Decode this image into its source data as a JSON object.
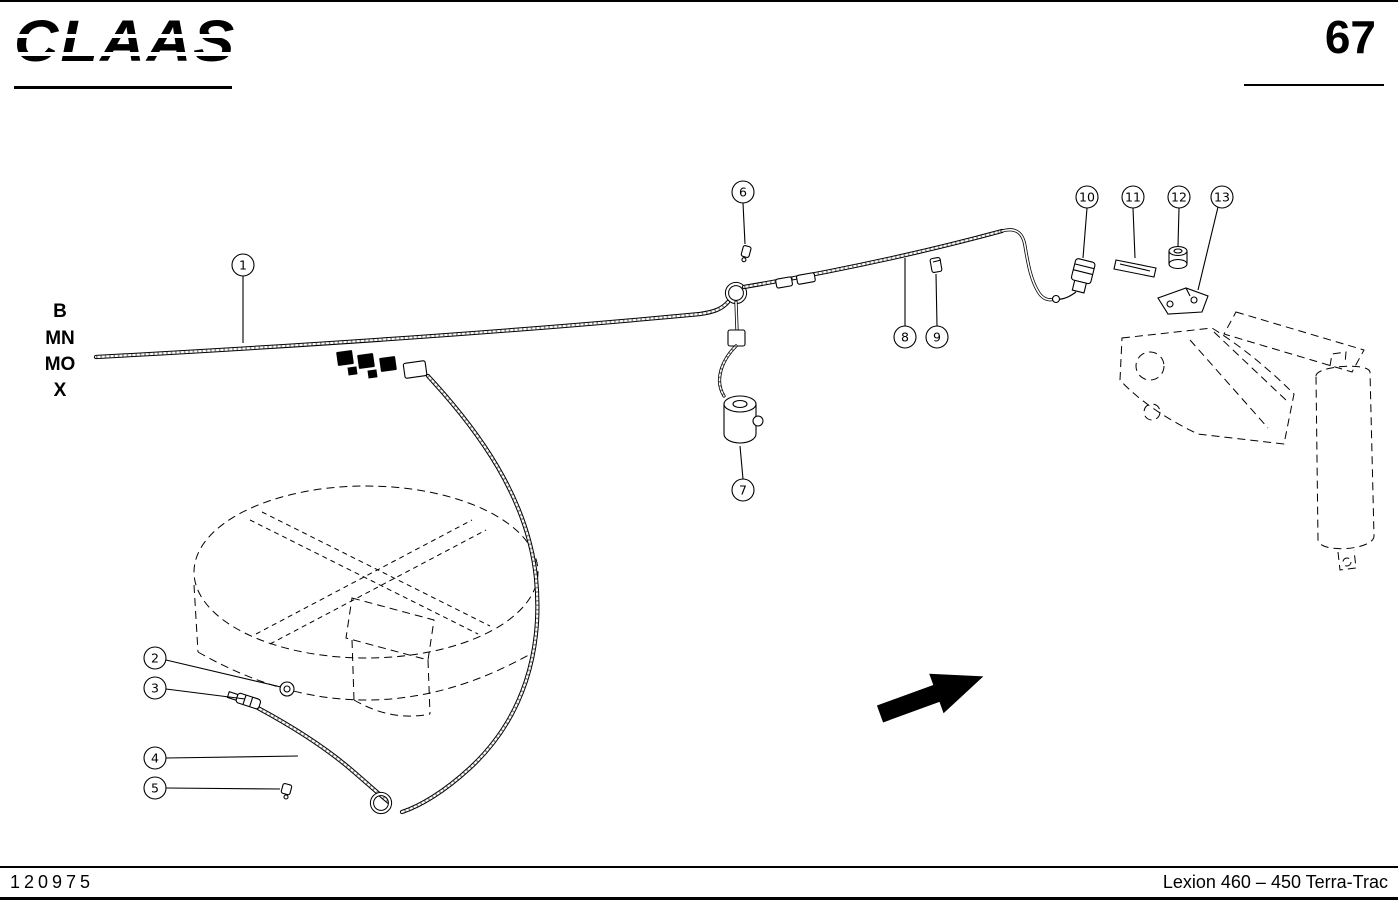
{
  "header": {
    "logo": "CLAAS",
    "page_number": "67"
  },
  "footer": {
    "document_number": "120975",
    "model": "Lexion 460 – 450 Terra-Trac"
  },
  "wire_labels": [
    "B",
    "MN",
    "MO",
    "X"
  ],
  "callouts": [
    {
      "label": "1"
    },
    {
      "label": "2"
    },
    {
      "label": "3"
    },
    {
      "label": "4"
    },
    {
      "label": "5"
    },
    {
      "label": "6"
    },
    {
      "label": "7"
    },
    {
      "label": "8"
    },
    {
      "label": "9"
    },
    {
      "label": "10"
    },
    {
      "label": "11"
    },
    {
      "label": "12"
    },
    {
      "label": "13"
    }
  ],
  "colors": {
    "ink": "#000000",
    "paper": "#ffffff"
  }
}
